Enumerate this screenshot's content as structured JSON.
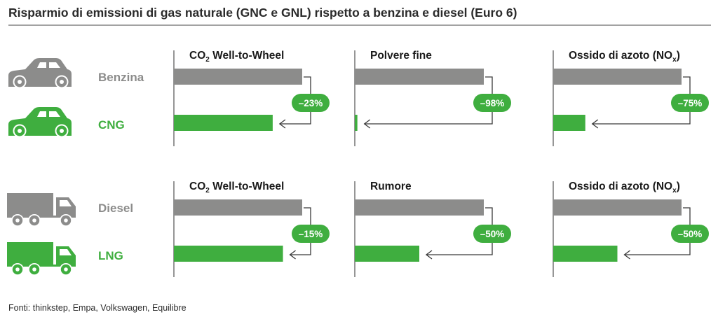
{
  "title": "Risparmio di emissioni di gas naturale (GNC e GNL) rispetto a benzina e diesel (Euro 6)",
  "source": "Fonti: thinkstep, Empa, Volkswagen, Equilibre",
  "colors": {
    "conventional": "#8c8c8b",
    "gas": "#3fae3f",
    "text": "#2b2b2b",
    "axis": "#6a6a6a"
  },
  "icons": {
    "car": "car-icon",
    "truck": "truck-icon"
  },
  "chart_data": [
    {
      "type": "bar",
      "group": "cars",
      "categories": [
        "Benzina",
        "CNG"
      ],
      "metrics": [
        {
          "label": "CO",
          "label_sub": "2",
          "label_suffix": " Well-to-Wheel",
          "series": [
            {
              "name": "Benzina",
              "value": 100
            },
            {
              "name": "CNG",
              "value": 77
            }
          ],
          "change": "–23%"
        },
        {
          "label": "Polvere fine",
          "series": [
            {
              "name": "Benzina",
              "value": 100
            },
            {
              "name": "CNG",
              "value": 2
            }
          ],
          "change": "–98%"
        },
        {
          "label": "Ossido di azoto  (NO",
          "label_sub": "x",
          "label_suffix": ")",
          "series": [
            {
              "name": "Benzina",
              "value": 100
            },
            {
              "name": "CNG",
              "value": 25
            }
          ],
          "change": "–75%"
        }
      ]
    },
    {
      "type": "bar",
      "group": "trucks",
      "categories": [
        "Diesel",
        "LNG"
      ],
      "metrics": [
        {
          "label": "CO",
          "label_sub": "2",
          "label_suffix": " Well-to-Wheel",
          "series": [
            {
              "name": "Diesel",
              "value": 100
            },
            {
              "name": "LNG",
              "value": 85
            }
          ],
          "change": "–15%"
        },
        {
          "label": "Rumore",
          "series": [
            {
              "name": "Diesel",
              "value": 100
            },
            {
              "name": "LNG",
              "value": 50
            }
          ],
          "change": "–50%"
        },
        {
          "label": "Ossido di azoto  (NO",
          "label_sub": "x",
          "label_suffix": ")",
          "series": [
            {
              "name": "Diesel",
              "value": 100
            },
            {
              "name": "LNG",
              "value": 50
            }
          ],
          "change": "–50%"
        }
      ]
    }
  ]
}
